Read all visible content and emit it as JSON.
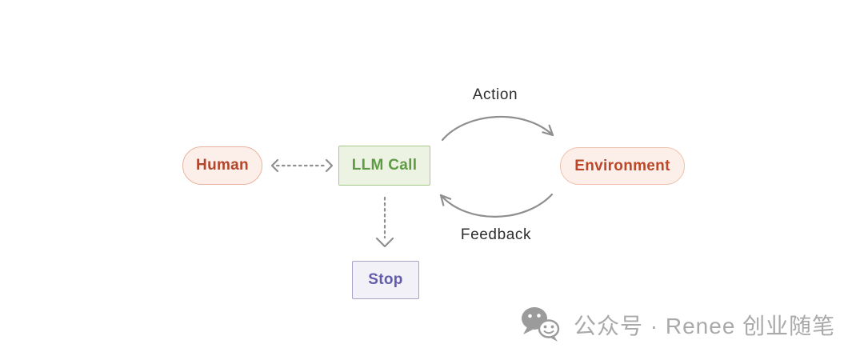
{
  "diagram": {
    "nodes": {
      "human": {
        "label": "Human",
        "shape": "pill"
      },
      "llm_call": {
        "label": "LLM Call",
        "shape": "rect"
      },
      "environment": {
        "label": "Environment",
        "shape": "pill"
      },
      "stop": {
        "label": "Stop",
        "shape": "rect"
      }
    },
    "edges": {
      "action": {
        "label": "Action",
        "from": "llm_call",
        "to": "environment",
        "style": "solid-curve"
      },
      "feedback": {
        "label": "Feedback",
        "from": "environment",
        "to": "llm_call",
        "style": "solid-curve"
      },
      "human_llm": {
        "from": "human",
        "to": "llm_call",
        "style": "dashed",
        "bidirectional": true
      },
      "llm_stop": {
        "from": "llm_call",
        "to": "stop",
        "style": "dashed",
        "bidirectional": false
      }
    }
  },
  "watermark": {
    "icon": "wechat-icon",
    "text": "公众号 · Renee 创业随笔"
  },
  "colors": {
    "canvas_bg": "#ffffff",
    "human_bg": "#fcefe9",
    "human_border": "#e9b3a0",
    "human_text": "#b2452c",
    "llm_bg": "#edf3e3",
    "llm_border": "#a4c989",
    "llm_text": "#5f9b45",
    "env_bg": "#fcefe9",
    "env_border": "#f0c2ad",
    "env_text": "#bb4628",
    "stop_bg": "#f2f1f8",
    "stop_border": "#a8a4c7",
    "stop_text": "#635caa",
    "arrow": "#8f8f8f",
    "edge_label": "#2d2d2d",
    "watermark": "#a9a9a9"
  }
}
